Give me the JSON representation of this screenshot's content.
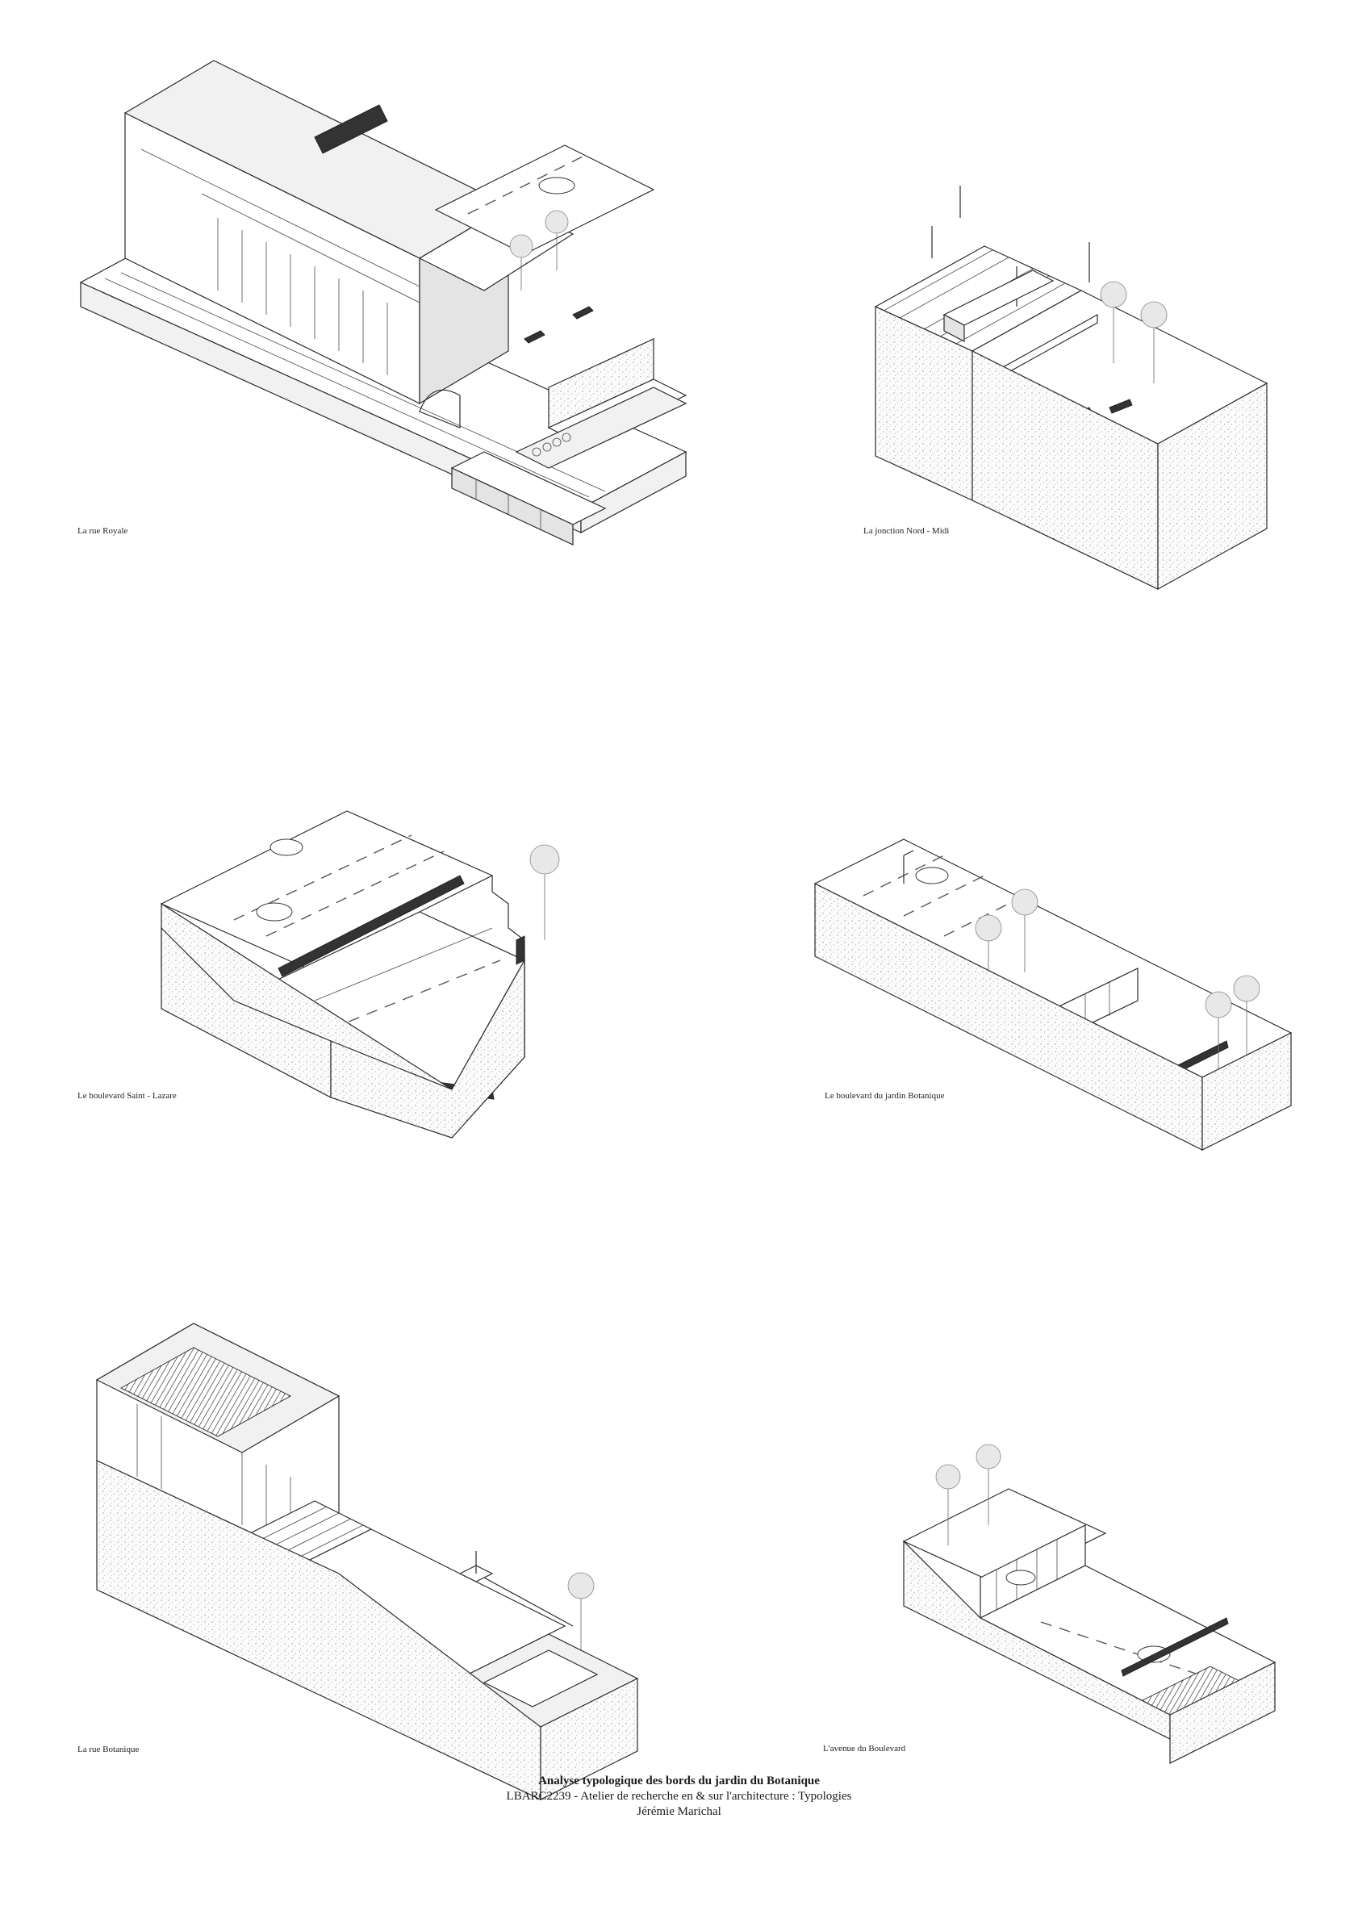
{
  "panels": [
    {
      "id": "rue-royale",
      "caption": "La rue Royale"
    },
    {
      "id": "jonction",
      "caption": "La jonction Nord - Midi"
    },
    {
      "id": "saint-lazare",
      "caption": "Le boulevard Saint - Lazare"
    },
    {
      "id": "jardin-botanique",
      "caption": "Le boulevard du jardin Botanique"
    },
    {
      "id": "rue-botanique",
      "caption": "La rue Botanique"
    },
    {
      "id": "avenue-boulevard",
      "caption": "L'avenue du Boulevard"
    }
  ],
  "footer": {
    "title": "Analyse typologique des bords du jardin du Botanique",
    "course": "LBARC2239 - Atelier de recherche en & sur l'architecture : Typologies",
    "author": "Jérémie Marichal"
  }
}
